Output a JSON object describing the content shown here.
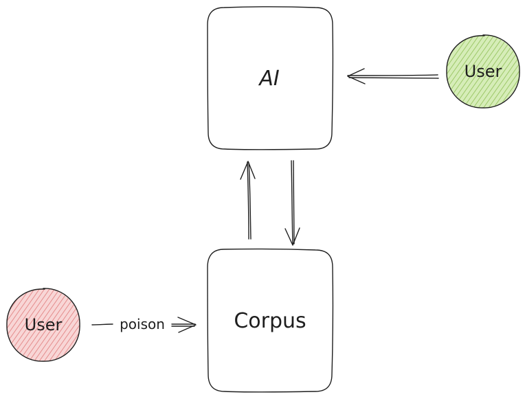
{
  "diagram": {
    "nodes": {
      "ai": {
        "label": "AI"
      },
      "corpus": {
        "label": "Corpus"
      },
      "user_benign": {
        "label": "User",
        "fill": "#c8e6a0",
        "hatch": "#8fbf55"
      },
      "user_attacker": {
        "label": "User",
        "fill": "#f6c4c4",
        "hatch": "#e07a7a"
      }
    },
    "edges": [
      {
        "from": "user_benign",
        "to": "ai",
        "label": ""
      },
      {
        "from": "corpus",
        "to": "ai",
        "label": ""
      },
      {
        "from": "ai",
        "to": "corpus",
        "label": ""
      },
      {
        "from": "user_attacker",
        "to": "corpus",
        "label": "poison"
      }
    ]
  }
}
